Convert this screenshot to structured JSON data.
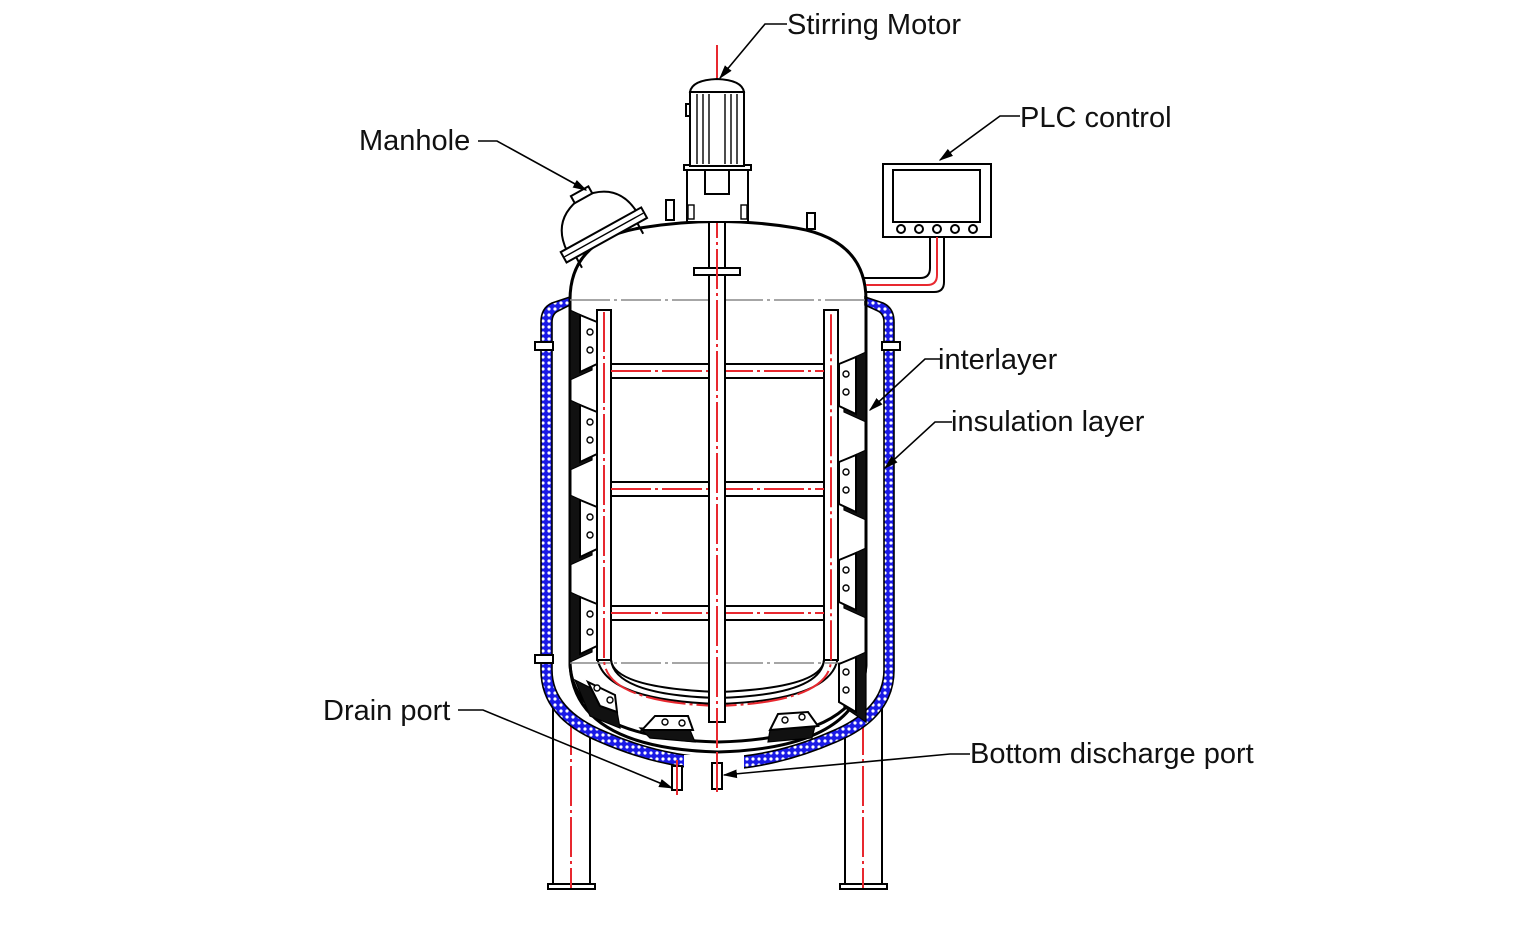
{
  "diagram": {
    "title": "Jacketed stirring tank (mixing vessel) structure diagram",
    "labels": {
      "stirring_motor": "Stirring Motor",
      "manhole": "Manhole",
      "plc_control": "PLC control",
      "interlayer": "interlayer",
      "insulation_layer": "insulation layer",
      "drain_port": "Drain port",
      "bottom_discharge_port": "Bottom discharge port"
    },
    "plc_panel": {
      "button_count": 5
    },
    "agitator": {
      "paddle_levels": 3
    },
    "baffle_brackets": {
      "per_side": 4
    },
    "colors": {
      "outline": "#000000",
      "center_line": "#e8282f",
      "insulation_fill": "#1a1ae6",
      "background": "#ffffff"
    }
  }
}
